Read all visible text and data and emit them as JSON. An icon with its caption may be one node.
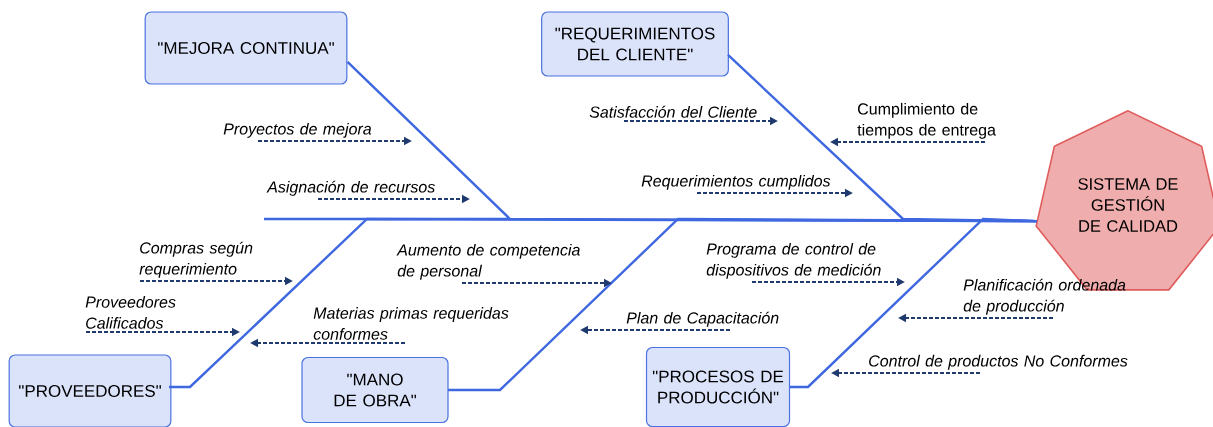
{
  "diagram": {
    "nodes": [
      {
        "text": [
          "\"MEJORA CONTINUA\""
        ]
      },
      {
        "text": [
          "\"REQUERIMIENTOS DEL CLIENTE\""
        ]
      },
      {
        "text": [
          "SISTEMA DE GESTIÓN DE CALIDAD"
        ]
      },
      {
        "text": [
          "\"PROVEEDORES\""
        ]
      },
      {
        "text": [
          "\"MANO DE OBRA\""
        ]
      },
      {
        "text": [
          "\"PROCESOS DE PRODUCCIÓN\""
        ]
      },
      {
        "text": [
          "Proyectos de mejora"
        ]
      },
      {
        "text": [
          "Asignación de recursos"
        ]
      },
      {
        "text": [
          "Satisfacción del Cliente"
        ]
      },
      {
        "text": [
          "Cumplimiento de tiempos de entrega"
        ]
      },
      {
        "text": [
          "Requerimientos cumplidos"
        ]
      },
      {
        "text": [
          "Compras según requerimiento"
        ]
      },
      {
        "text": [
          "Aumento de competencia de personal"
        ]
      },
      {
        "text": [
          "Programa de control de dispositivos de medición"
        ]
      },
      {
        "text": [
          "Planificación ordenada de producción"
        ]
      },
      {
        "text": [
          "Proveedores Calificados"
        ]
      },
      {
        "text": [
          "Materias primas requeridas conformes"
        ]
      },
      {
        "text": [
          "Plan de Capacitación"
        ]
      },
      {
        "text": [
          "Control de productos No Conformes"
        ]
      }
    ],
    "edges": [
      {
        "from": 0,
        "to": 2,
        "arrow": "none",
        "color": "#3f68e0"
      },
      {
        "from": 1,
        "to": 2,
        "arrow": "none",
        "color": "#3f68e0"
      },
      {
        "from": 3,
        "to": 2,
        "arrow": "none",
        "color": "#3f68e0"
      },
      {
        "from": 4,
        "to": 2,
        "arrow": "none",
        "color": "#3f68e0"
      },
      {
        "from": 5,
        "to": 2,
        "arrow": "none",
        "color": "#3f68e0"
      },
      {
        "from": 6,
        "to": null,
        "arrow": "to",
        "style": "dashed"
      },
      {
        "from": 7,
        "to": null,
        "arrow": "to",
        "style": "dashed"
      },
      {
        "from": 8,
        "to": null,
        "arrow": "to",
        "style": "dashed"
      },
      {
        "from": 9,
        "to": null,
        "arrow": "to",
        "style": "dashed"
      },
      {
        "from": 10,
        "to": null,
        "arrow": "to",
        "style": "dashed"
      },
      {
        "from": 11,
        "to": null,
        "arrow": "to",
        "style": "dashed"
      },
      {
        "from": 12,
        "to": null,
        "arrow": "to",
        "style": "dashed"
      },
      {
        "from": 13,
        "to": null,
        "arrow": "to",
        "style": "dashed"
      },
      {
        "from": 14,
        "to": null,
        "arrow": "to",
        "style": "dashed"
      },
      {
        "from": 15,
        "to": null,
        "arrow": "to",
        "style": "dashed"
      },
      {
        "from": 16,
        "to": null,
        "arrow": "to",
        "style": "dashed"
      },
      {
        "from": 17,
        "to": null,
        "arrow": "to",
        "style": "dashed"
      },
      {
        "from": 18,
        "to": null,
        "arrow": "to",
        "style": "dashed"
      }
    ]
  }
}
